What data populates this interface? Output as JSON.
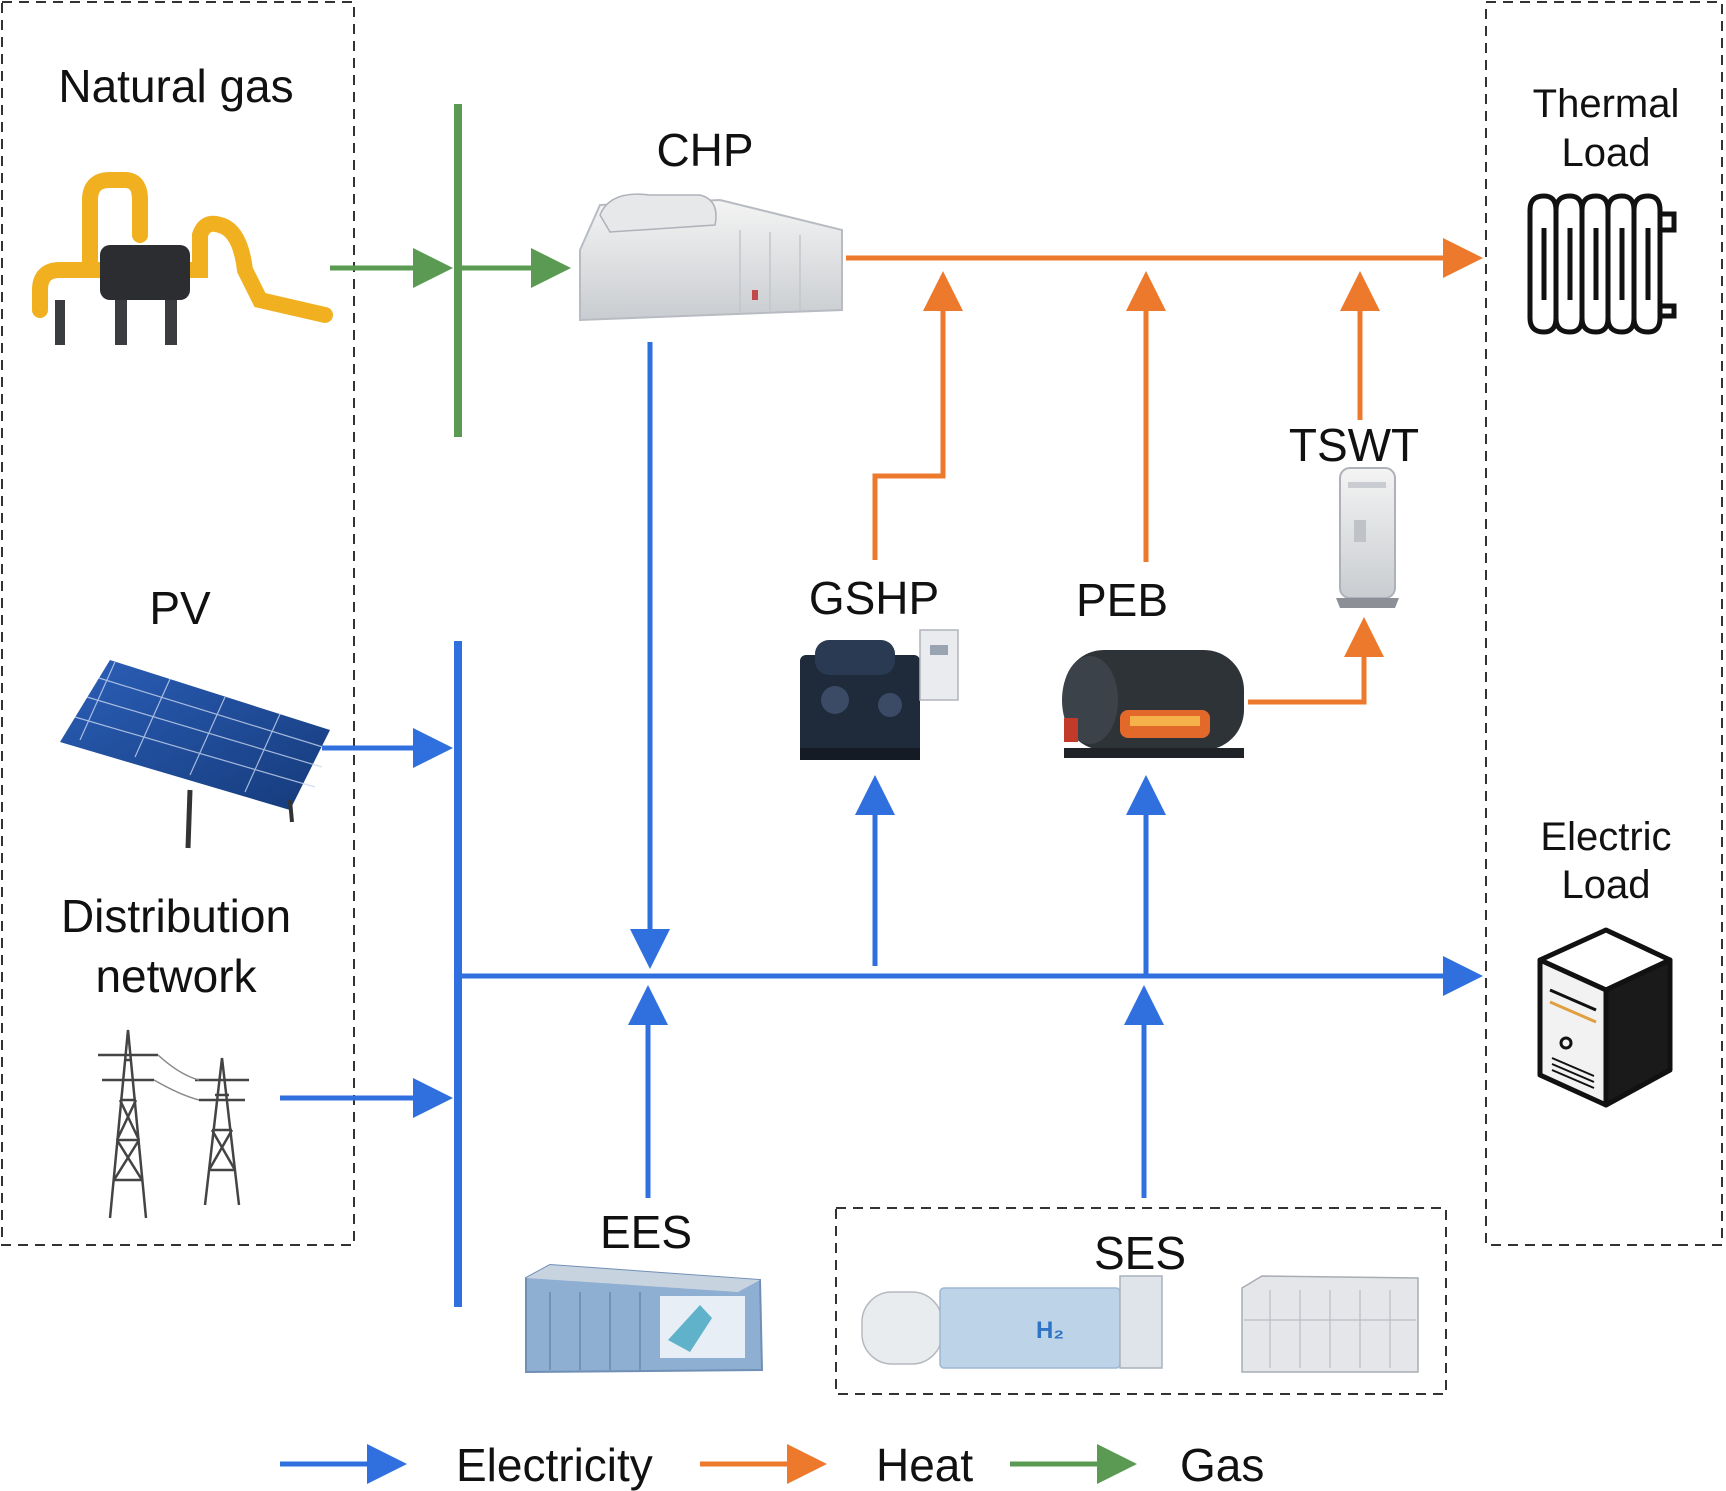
{
  "sources": {
    "natural_gas": "Natural gas",
    "pv": "PV",
    "distribution_line1": "Distribution",
    "distribution_line2": "network"
  },
  "devices": {
    "chp": "CHP",
    "gshp": "GSHP",
    "peb": "PEB",
    "tswt": "TSWT",
    "ees": "EES",
    "ses": "SES",
    "h2_label": "H₂"
  },
  "loads": {
    "thermal_line1": "Thermal",
    "thermal_line2": "Load",
    "electric_line1": "Electric",
    "electric_line2": "Load"
  },
  "legend": {
    "electricity": "Electricity",
    "heat": "Heat",
    "gas": "Gas"
  },
  "colors": {
    "electricity": "#2f6fde",
    "heat": "#ed7a2c",
    "gas": "#5b9a52"
  }
}
